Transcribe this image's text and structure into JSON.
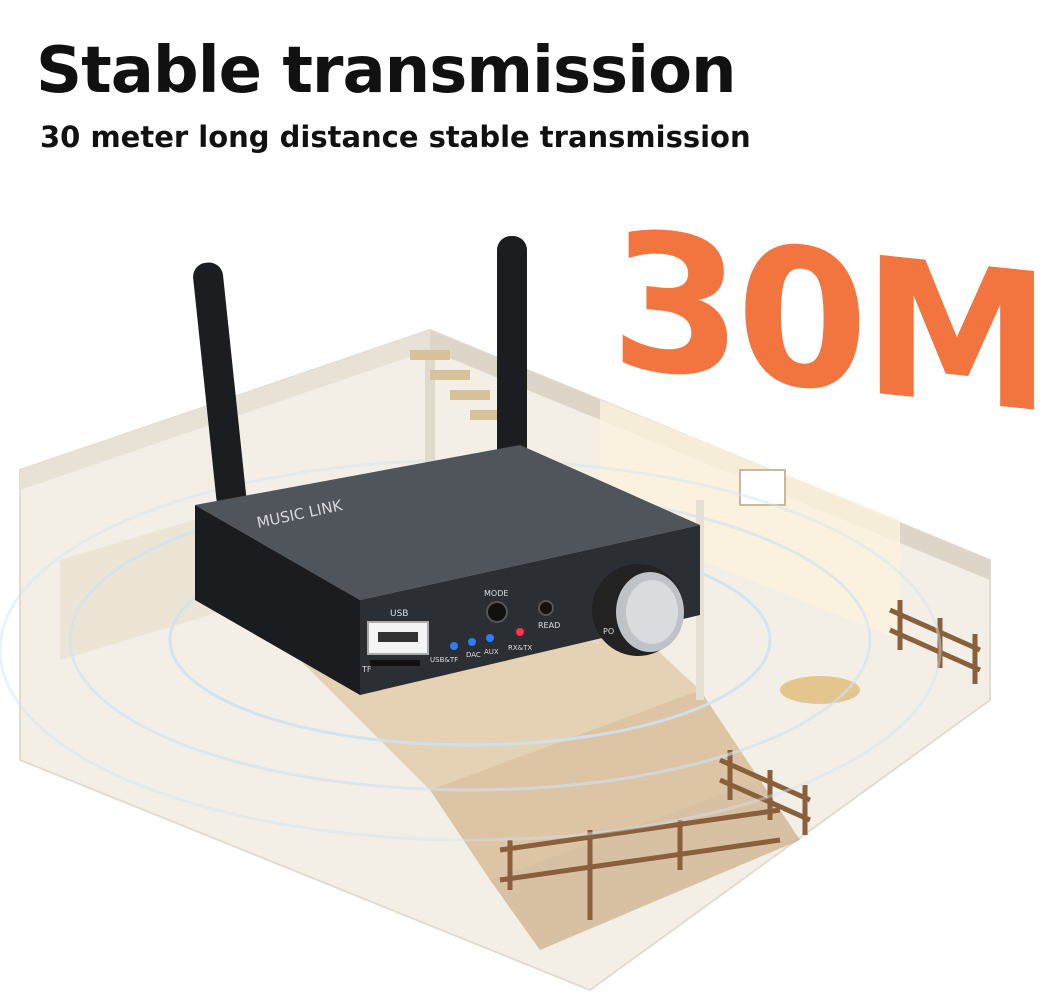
{
  "headline": "Stable transmission",
  "subline": "30 meter long distance stable transmission",
  "distance_badge": "30M",
  "device": {
    "brand": "MUSIC LINK",
    "usb_label": "USB",
    "tf_label": "TF",
    "mode_label": "MODE",
    "read_label": "READ",
    "power_label": "PO",
    "led_labels": [
      "USB&TF",
      "DAC",
      "AUX",
      "RX&TX"
    ],
    "led_colors": [
      "#2e7cff",
      "#2e7cff",
      "#2e7cff",
      "#ff3355"
    ]
  },
  "colors": {
    "accent": "#f2753f",
    "device_body": "#2b2e33",
    "signal_ring": "#cfe3f2"
  }
}
